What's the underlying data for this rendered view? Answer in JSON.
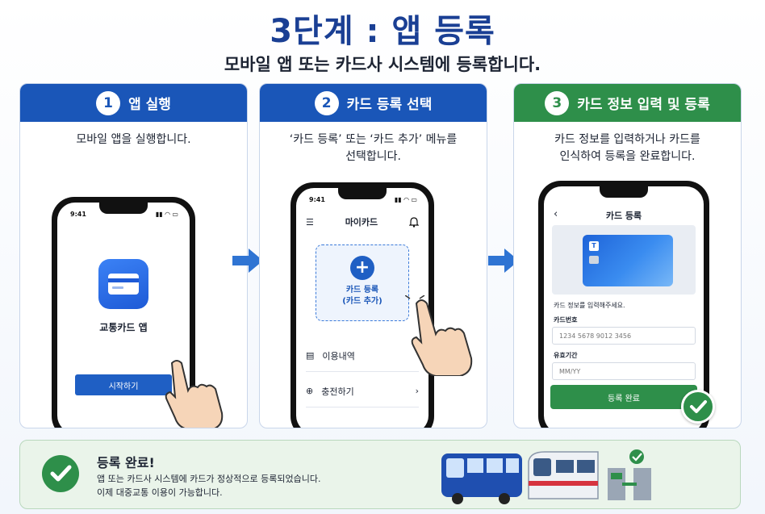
{
  "title": "3단계 : 앱 등록",
  "subtitle": "모바일 앱 또는 카드사 시스템에 등록합니다.",
  "colors": {
    "primary_blue": "#1a56b8",
    "success_green": "#2e8f4a",
    "title_navy": "#1a3f94"
  },
  "steps": [
    {
      "number": "1",
      "title": "앱 실행",
      "desc_line1": "모바일 앱을 실행합니다.",
      "phone": {
        "time": "9:41",
        "app_icon": "card-icon",
        "app_name": "교통카드 앱",
        "button": "시작하기"
      }
    },
    {
      "number": "2",
      "title": "카드 등록 선택",
      "desc_line1": "‘카드 등록’ 또는 ‘카드 추가’ 메뉴를",
      "desc_line2": "선택합니다.",
      "phone": {
        "time": "9:41",
        "header": "마이카드",
        "add_line1": "카드 등록",
        "add_line2": "(카드 추가)",
        "menu": [
          "이용내역",
          "충전하기"
        ]
      }
    },
    {
      "number": "3",
      "title": "카드 정보 입력 및 등록",
      "desc_line1": "카드 정보를 입력하거나 카드를",
      "desc_line2": "인식하여 등록을 완료합니다.",
      "phone": {
        "header": "카드 등록",
        "card_badge": "T",
        "hint": "카드 정보를 입력해주세요.",
        "card_number_label": "카드번호",
        "card_number_placeholder": "1234 5678 9012 3456",
        "expiry_label": "유효기간",
        "expiry_placeholder": "MM/YY",
        "button": "등록 완료"
      }
    }
  ],
  "banner": {
    "title": "등록 완료!",
    "line1": "앱 또는 카드사 시스템에 카드가 정상적으로 등록되었습니다.",
    "line2": "이제 대중교통 이용이 가능합니다."
  }
}
